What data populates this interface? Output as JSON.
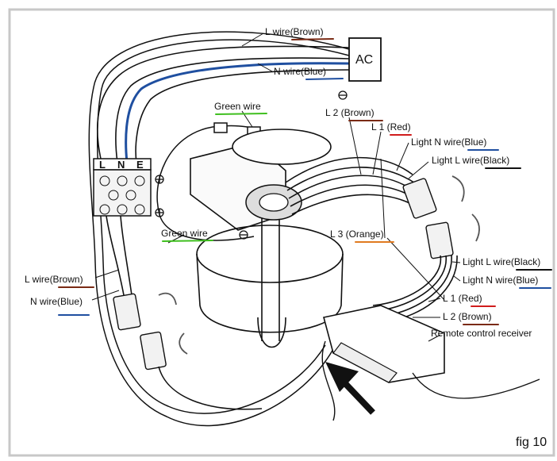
{
  "figure": {
    "caption": "fig 10"
  },
  "power": {
    "source": "AC"
  },
  "terminal": {
    "letters": [
      "L",
      "N",
      "E"
    ]
  },
  "labels": {
    "l_wire_top": "L wire(Brown)",
    "n_wire_top": "N wire(Blue)",
    "green_wire_top": "Green wire",
    "green_wire_mid": "Green wire",
    "l2_brown_top": "L 2 (Brown)",
    "l1_red_top": "L 1 (Red)",
    "light_n_top": "Light N wire(Blue)",
    "light_l_top": "Light L wire(Black)",
    "l3_orange": "L 3 (Orange)",
    "light_l_right": "Light L wire(Black)",
    "light_n_right": "Light N wire(Blue)",
    "l1_red_right": "L 1 (Red)",
    "l2_brown_right": "L 2 (Brown)",
    "receiver": "Remote control receiver",
    "l_wire_left": "L wire(Brown)",
    "n_wire_left": "N wire(Blue)"
  },
  "colors": {
    "brown": "#7a2a14",
    "blue": "#1f4fa0",
    "green": "#3fbf1f",
    "red": "#d01c1c",
    "orange": "#e07a20",
    "black": "#111111",
    "border": "#c8c8c8"
  }
}
